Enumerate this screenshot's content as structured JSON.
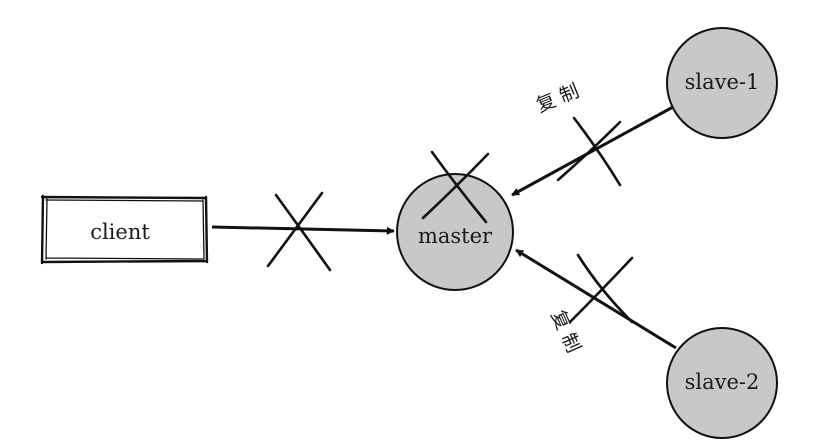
{
  "nodes": {
    "client": {
      "label": "client"
    },
    "master": {
      "label": "master"
    },
    "slave1": {
      "label": "slave-1"
    },
    "slave2": {
      "label": "slave-2"
    }
  },
  "edges": {
    "slave1_to_master": {
      "label": "复 制"
    },
    "slave2_to_master": {
      "label": "复 制"
    }
  },
  "colors": {
    "node_fill": "#c8c8c8",
    "stroke": "#111111",
    "background": "#ffffff"
  }
}
